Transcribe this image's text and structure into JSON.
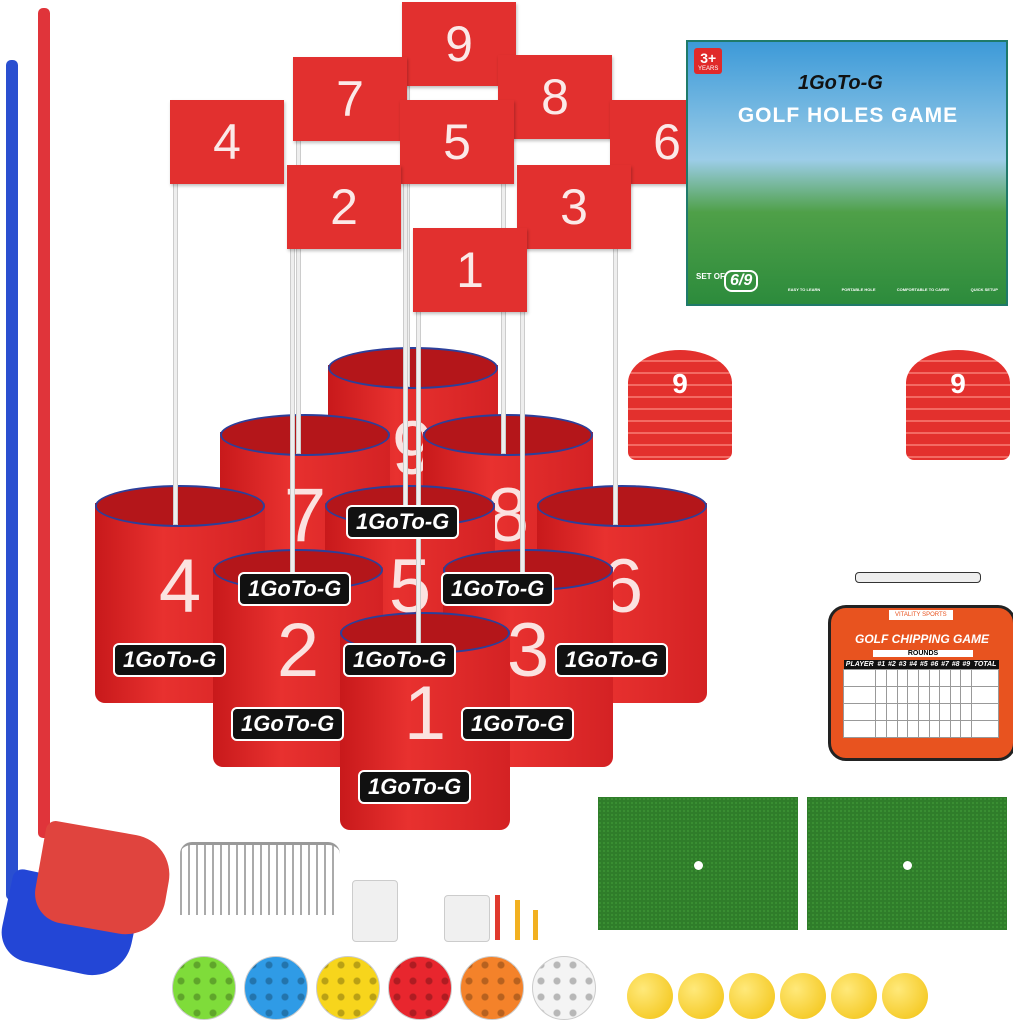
{
  "flags": [
    "9",
    "7",
    "8",
    "4",
    "5",
    "6",
    "2",
    "3",
    "1"
  ],
  "buckets": [
    "9",
    "7",
    "8",
    "4",
    "5",
    "6",
    "2",
    "3",
    "1"
  ],
  "brand": "1GoTo-G",
  "box": {
    "age": "3+",
    "age_unit": "YEARS",
    "brand": "1GoTo-G",
    "title": "GOLF HOLES GAME",
    "set_label": "SET OF",
    "set_value": "6/9",
    "features": [
      "EASY TO LEARN",
      "PORTABLE HOLE",
      "COMFORTABLE TO CARRY",
      "QUICK SETUP"
    ]
  },
  "cones": {
    "left": "9",
    "right": "9"
  },
  "scorecard": {
    "maker": "VITALITY SPORTS",
    "title": "GOLF CHIPPING GAME",
    "rounds": "ROUNDS",
    "columns": [
      "PLAYER",
      "#1",
      "#2",
      "#3",
      "#4",
      "#5",
      "#6",
      "#7",
      "#8",
      "#9",
      "TOTAL"
    ]
  },
  "colors": {
    "flag": "#e2302f",
    "club_blue": "#2a4fd0",
    "club_red": "#e0343a",
    "mat": "#2f7d2a"
  },
  "balls": [
    "#7fdc3a",
    "#2f9be6",
    "#f7d51c",
    "#e8262e",
    "#f4822a",
    "#f4f4f4"
  ]
}
